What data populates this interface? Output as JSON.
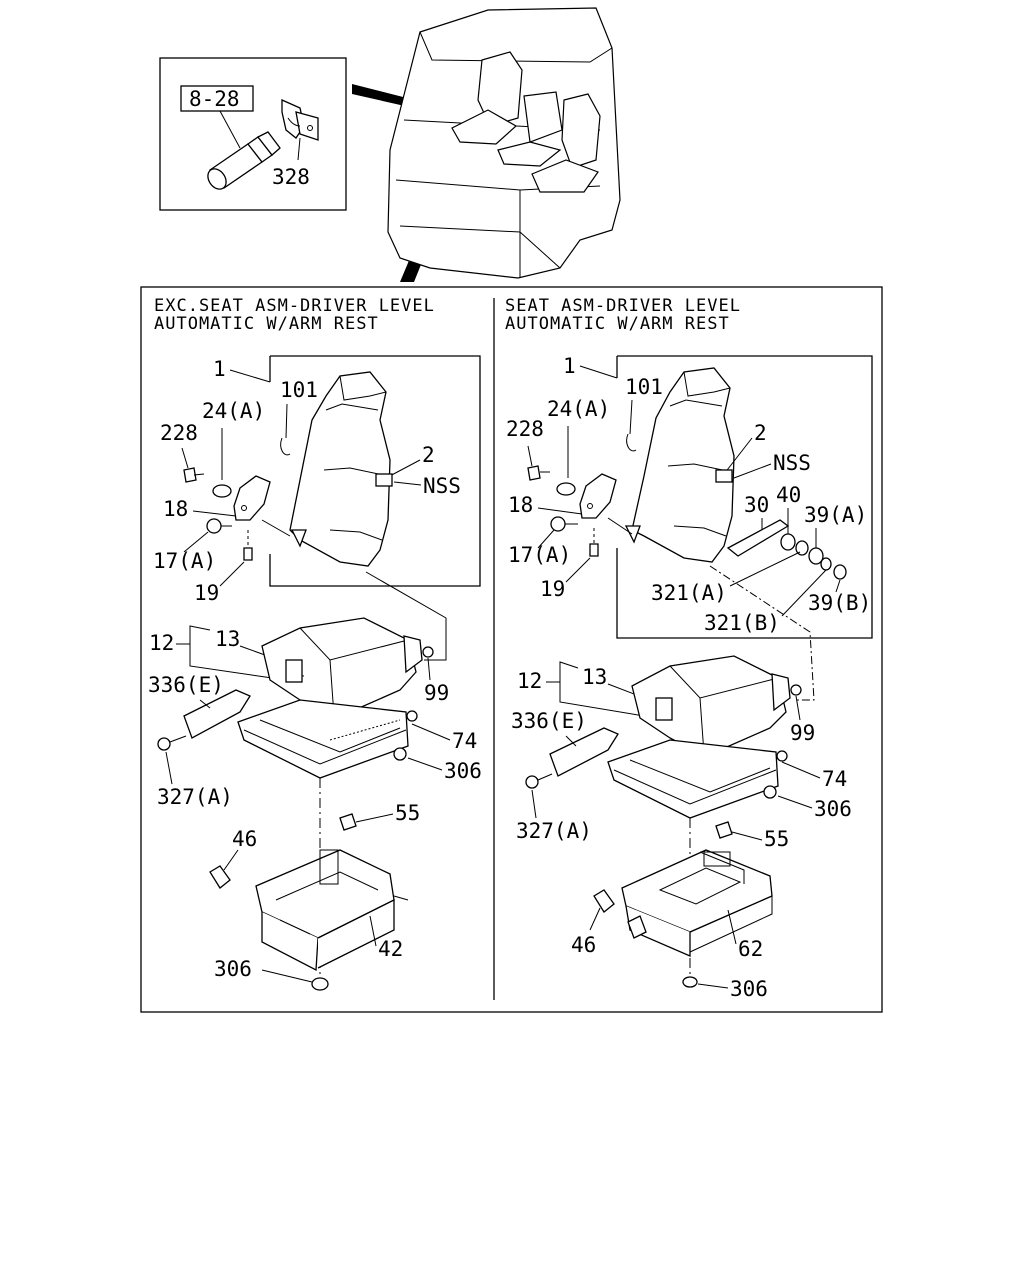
{
  "diagram": {
    "inset": {
      "ref_box": "8-28",
      "part": "328"
    },
    "panels": [
      {
        "title_line1": "EXC.SEAT ASM-DRIVER LEVEL",
        "title_line2": "AUTOMATIC W/ARM REST",
        "labels": {
          "p1": "1",
          "p101": "101",
          "p24a": "24(A)",
          "p228": "228",
          "p2": "2",
          "nss": "NSS",
          "p18": "18",
          "p17a": "17(A)",
          "p19": "19",
          "p12": "12",
          "p13": "13",
          "p99": "99",
          "p336e": "336(E)",
          "p74": "74",
          "p306a": "306",
          "p327a": "327(A)",
          "p55": "55",
          "p46": "46",
          "p42": "42",
          "p306b": "306"
        }
      },
      {
        "title_line1": "SEAT ASM-DRIVER LEVEL",
        "title_line2": "AUTOMATIC W/ARM REST",
        "labels": {
          "p1": "1",
          "p101": "101",
          "p24a": "24(A)",
          "p228": "228",
          "p2": "2",
          "nss": "NSS",
          "p18": "18",
          "p17a": "17(A)",
          "p19": "19",
          "p30": "30",
          "p40": "40",
          "p39a": "39(A)",
          "p321a": "321(A)",
          "p321b": "321(B)",
          "p39b": "39(B)",
          "p12": "12",
          "p13": "13",
          "p99": "99",
          "p336e": "336(E)",
          "p74": "74",
          "p306a": "306",
          "p327a": "327(A)",
          "p55": "55",
          "p46": "46",
          "p62": "62",
          "p306b": "306"
        }
      }
    ]
  }
}
